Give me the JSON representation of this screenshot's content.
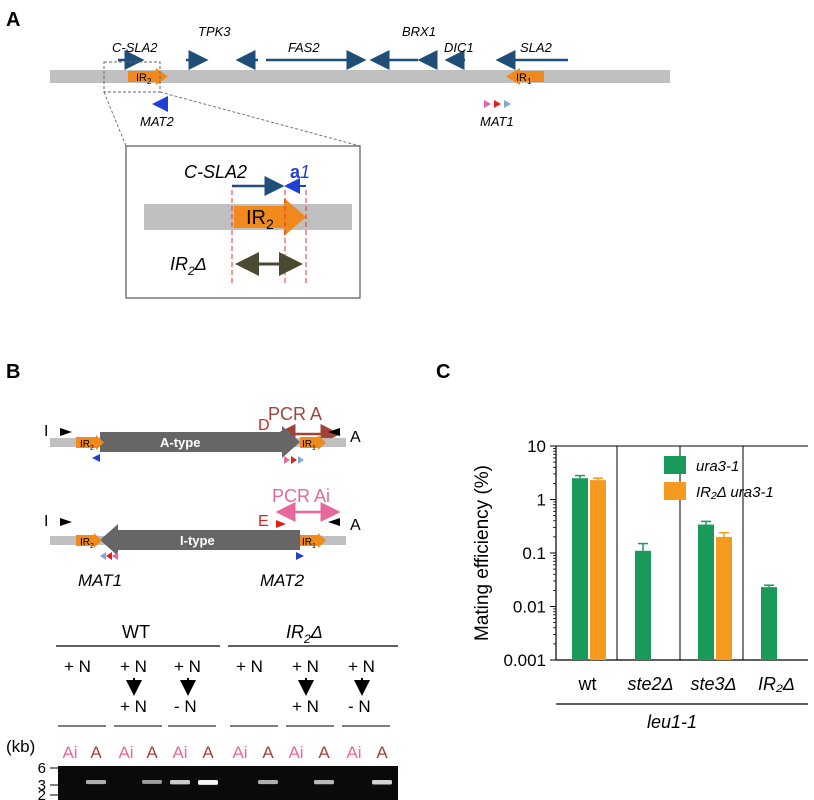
{
  "panel_a": {
    "letter": "A",
    "genes": {
      "c_sla2": "C-SLA2",
      "tpk3": "TPK3",
      "fas2": "FAS2",
      "brx1": "BRX1",
      "dic1": "DIC1",
      "sla2": "SLA2"
    },
    "ir2": "IR",
    "ir2_sub": "2",
    "ir1": "IR",
    "ir1_sub": "1",
    "mat2": "MAT2",
    "mat1": "MAT1",
    "inset": {
      "c_sla2": "C-SLA2",
      "a1_bold": "a",
      "a1_num": "1",
      "ir2": "IR",
      "ir2_sub": "2",
      "delta_label": "IR",
      "delta_sub": "2",
      "delta_symbol": "Δ"
    },
    "colors": {
      "chromosome": "#c0c0c0",
      "gene_arrow": "#1f4e79",
      "ir_arrow": "#f08a1c",
      "mat2_blue": "#1f3fd6",
      "red_dash": "#e53030",
      "delta_arrow": "#4a4a30"
    }
  },
  "panel_b": {
    "letter": "B",
    "pcr_a": "PCR A",
    "pcr_ai": "PCR Ai",
    "primer_d": "D",
    "primer_e": "E",
    "primer_i": "I",
    "primer_a": "A",
    "a_type": "A-type",
    "i_type": "I-type",
    "ir2": "IR",
    "ir2_sub": "2",
    "ir1": "IR",
    "ir1_sub": "1",
    "mat1": "MAT1",
    "mat2": "MAT2",
    "wt": "WT",
    "delta_strain": "IR",
    "delta_sub": "2",
    "delta_symbol": "Δ",
    "conditions": [
      "+ N",
      "+ N",
      "+ N",
      "+ N",
      "- N",
      "+ N",
      "+ N",
      "+ N",
      "+ N",
      "- N"
    ],
    "kb_label": "(kb)",
    "lane_labels": [
      "Ai",
      "A",
      "Ai",
      "A",
      "Ai",
      "A",
      "Ai",
      "A",
      "Ai",
      "A",
      "Ai",
      "A"
    ],
    "markers": [
      "6",
      "3",
      "2"
    ],
    "band_intensity": [
      0,
      0.55,
      0,
      0.45,
      0.7,
      0.95,
      0,
      0.55,
      0,
      0.6,
      0,
      0.75
    ],
    "colors": {
      "pcr_a": "#a0443a",
      "pcr_ai": "#e8679c",
      "primer_red": "#e0201a",
      "ai_label": "#e8679c",
      "a_label": "#a0443a",
      "gel": "#0a0a0a",
      "cassette": "#666666"
    }
  },
  "panel_c": {
    "letter": "C",
    "chart_data": {
      "type": "bar",
      "ylabel": "Mating efficiency (%)",
      "yscale": "log",
      "ylim": [
        0.001,
        10
      ],
      "yticks": [
        "10",
        "1",
        "0.1",
        "0.01",
        "0.001"
      ],
      "categories": [
        "wt",
        "ste2Δ",
        "ste3Δ",
        "IR₂Δ"
      ],
      "group_label": "leu1-1",
      "series": [
        {
          "name": "ura3-1",
          "color": "#1a9a5a",
          "values": [
            2.5,
            0.11,
            0.34,
            0.023
          ],
          "errors": [
            0.3,
            0.04,
            0.05,
            0.002
          ]
        },
        {
          "name": "IR₂Δ ura3-1",
          "color": "#f59a1e",
          "values": [
            2.3,
            null,
            0.2,
            null
          ],
          "errors": [
            0.2,
            null,
            0.04,
            null
          ]
        }
      ],
      "legend_position": "top-right"
    }
  }
}
